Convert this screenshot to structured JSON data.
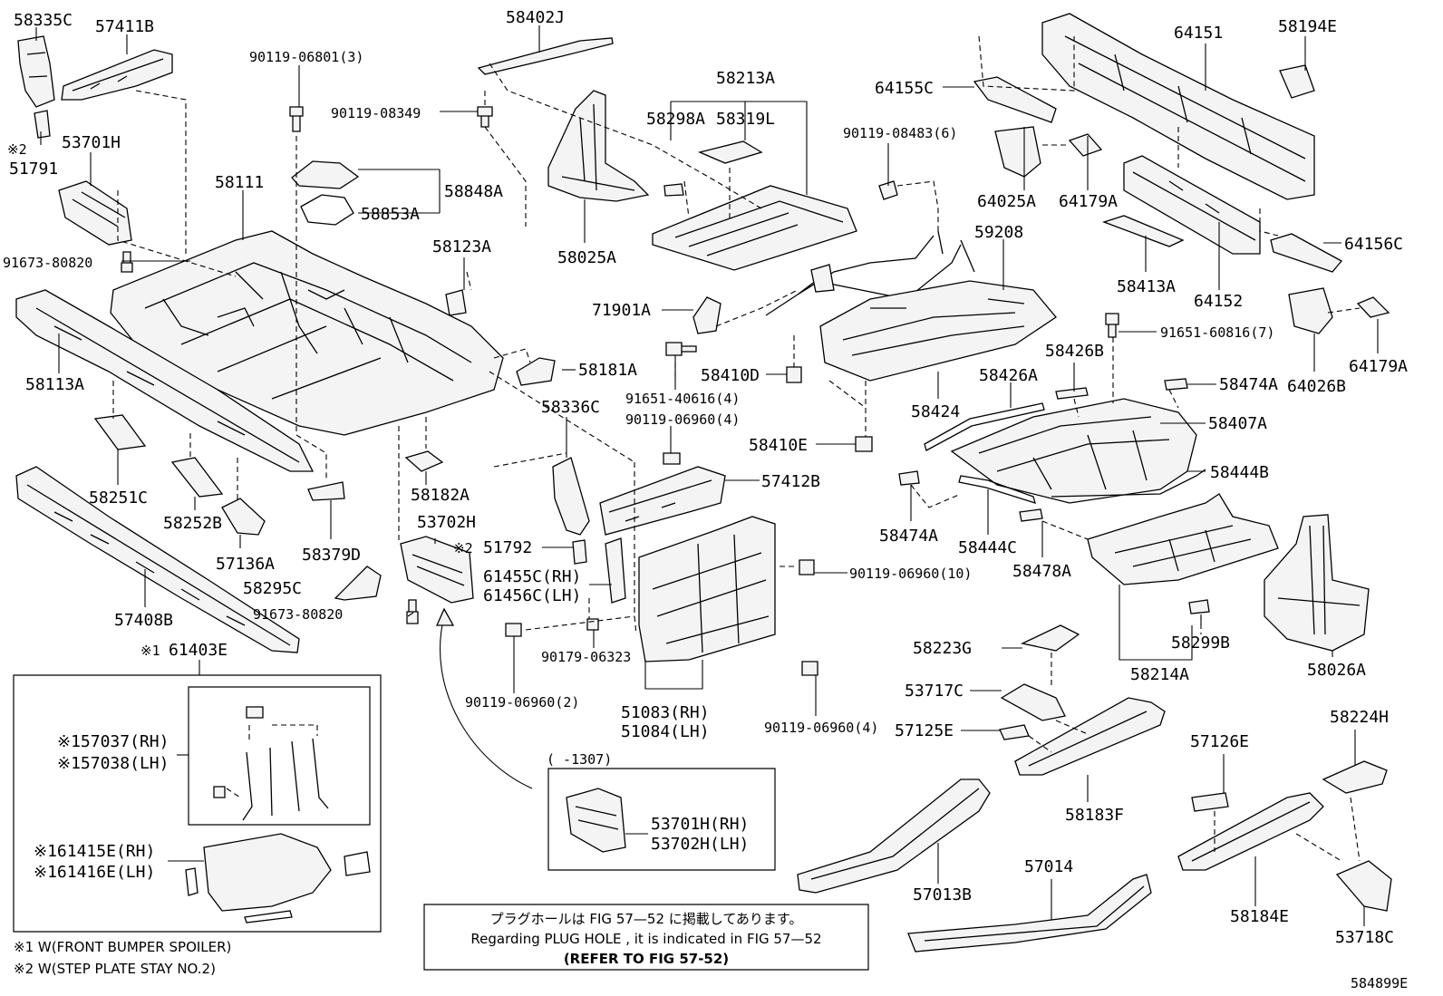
{
  "labels": {
    "l58335C": "58335C",
    "l57411B": "57411B",
    "l90119_06801": "90119-06801(3)",
    "l58402J": "58402J",
    "l64151": "64151",
    "l58194E": "58194E",
    "l90119_08349": "90119-08349",
    "l58213A": "58213A",
    "l64155C": "64155C",
    "l58298A": "58298A",
    "l58319L": "58319L",
    "l90119_08483": "90119-08483(6)",
    "l2_51791": "※2",
    "l51791": "51791",
    "l53701H": "53701H",
    "l58111": "58111",
    "l58848A": "58848A",
    "l58853A": "58853A",
    "l64025A": "64025A",
    "l64179A_1": "64179A",
    "l59208": "59208",
    "l91673_80820_a": "91673-80820",
    "l58123A": "58123A",
    "l58025A": "58025A",
    "l64156C": "64156C",
    "l58413A": "58413A",
    "l64152": "64152",
    "l71901A": "71901A",
    "l91651_60816": "91651-60816(7)",
    "l58113A": "58113A",
    "l58181A": "58181A",
    "l58410D": "58410D",
    "l58426B": "58426B",
    "l58426A": "58426A",
    "l58474A_1": "58474A",
    "l64179A_2": "64179A",
    "l64026B": "64026B",
    "l91651_40616": "91651-40616(4)",
    "l58424": "58424",
    "l90119_06960_4a": "90119-06960(4)",
    "l58407A": "58407A",
    "l58336C": "58336C",
    "l58410E": "58410E",
    "l58251C": "58251C",
    "l58182A": "58182A",
    "l57412B": "57412B",
    "l58444B": "58444B",
    "l58252B": "58252B",
    "l53702H": "53702H",
    "l2_51792": "※2",
    "l51792": "51792",
    "l58474A_2": "58474A",
    "l58444C": "58444C",
    "l57136A": "57136A",
    "l58379D": "58379D",
    "l61455C": "61455C(RH)",
    "l61456C": "61456C(LH)",
    "l90119_06960_10": "90119-06960(10)",
    "l58478A": "58478A",
    "l58295C": "58295C",
    "l91673_80820_b": "91673-80820",
    "l57408B": "57408B",
    "l58299B": "58299B",
    "l58223G": "58223G",
    "l1_61403E": "※1",
    "l61403E": "61403E",
    "l58214A": "58214A",
    "l58026A": "58026A",
    "l90179_06323": "90179-06323",
    "l90119_06960_2": "90119-06960(2)",
    "l53717C": "53717C",
    "l51083": "51083(RH)",
    "l51084": "51084(LH)",
    "l90119_06960_4b": "90119-06960(4)",
    "l57125E": "57125E",
    "l58224H": "58224H",
    "l57126E": "57126E",
    "l57037": "※157037(RH)",
    "l57038": "※157038(LH)",
    "l1307": "(      -1307)",
    "l58183F": "58183F",
    "l53701H_rh": "53701H(RH)",
    "l53702H_lh": "53702H(LH)",
    "l61415E": "※161415E(RH)",
    "l61416E": "※161416E(LH)",
    "l57013B": "57013B",
    "l57014": "57014",
    "l58184E": "58184E",
    "l53718C": "53718C"
  },
  "note": {
    "line1": "プラグホールは FIG 57—52 に掲載してあります。",
    "line2": "Regarding  PLUG  HOLE , it is indicated in FIG  57—52",
    "line3": "(REFER TO FIG 57-52)"
  },
  "footnotes": {
    "f1": "※1 W(FRONT BUMPER SPOILER)",
    "f2": "※2 W(STEP PLATE STAY NO.2)"
  },
  "figure_code": "584899E"
}
